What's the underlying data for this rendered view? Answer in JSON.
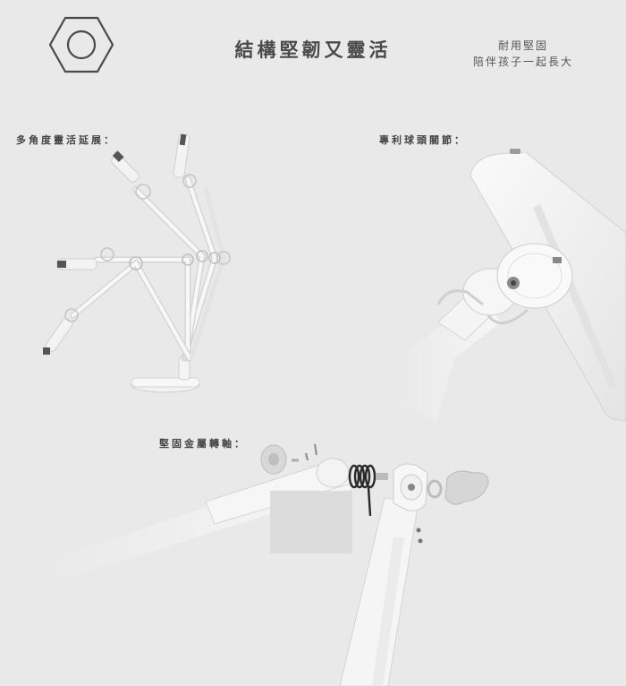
{
  "header": {
    "title": "結構堅韌又靈活",
    "tagline_line1": "耐用堅固",
    "tagline_line2": "陪伴孩子一起長大"
  },
  "sections": [
    {
      "label": "多角度靈活延展："
    },
    {
      "label": "專利球頭關節："
    },
    {
      "label": "堅固金屬轉軸："
    }
  ],
  "icons": {
    "logo": "hexagon-nut-icon"
  },
  "colors": {
    "background": "#e9e9e9",
    "lamp_white": "#f7f7f7",
    "lamp_shadow": "#d0d0d0",
    "spring": "#2a2a2a",
    "text": "#444444"
  }
}
